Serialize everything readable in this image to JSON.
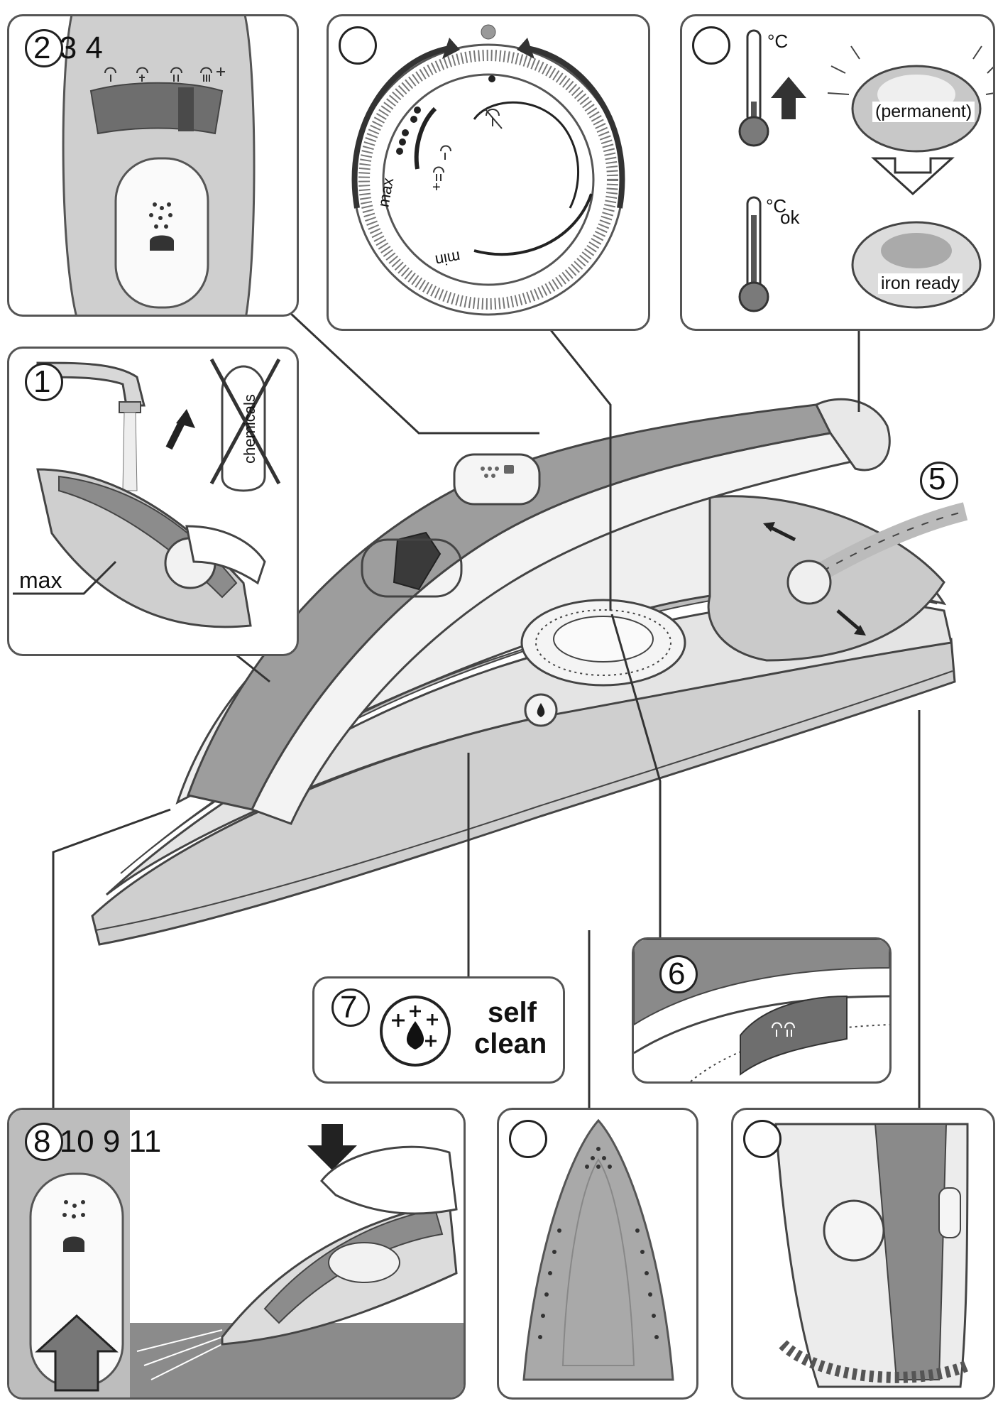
{
  "panels": {
    "p234": {
      "label": "2 3 4"
    },
    "p1": {
      "label": "1",
      "max": "max",
      "chem": "chemicals"
    },
    "dial": {
      "max": "max",
      "min": "min",
      "plus": "+"
    },
    "temp": {
      "unit_top": "°C",
      "unit_bottom": "°C",
      "ok": "ok",
      "permanent": "(permanent)",
      "ready": "iron ready"
    },
    "p5": {
      "label": "5"
    },
    "p6": {
      "label": "6"
    },
    "p7": {
      "label": "7",
      "line1": "self",
      "line2": "clean"
    },
    "p8": {
      "label": "8 10 9 11"
    }
  },
  "icons": [
    "steam-spray-icon",
    "steam-level-icons",
    "drop-sparkle-icon",
    "shot-of-steam-icon",
    "thermometer-icon",
    "arrow-up-icon"
  ],
  "colors": {
    "outline": "#555555",
    "dark_gray": "#6b6b6b",
    "mid_gray": "#a3a3a3",
    "light_gray": "#d6d6d6"
  }
}
